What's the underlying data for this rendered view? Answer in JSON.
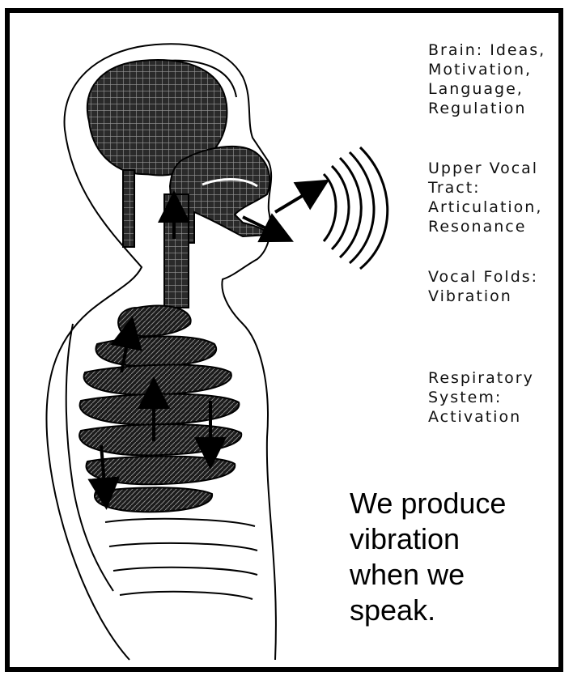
{
  "labels": {
    "brain": "Brain: Ideas,\nMotivation,\nLanguage,\nRegulation",
    "upper_vocal_tract": "Upper Vocal\nTract:\nArticulation,\nResonance",
    "vocal_folds": "Vocal Folds:\nVibration",
    "respiratory": "Respiratory\nSystem:\nActivation"
  },
  "caption": "We produce\nvibration\nwhen we\nspeak."
}
